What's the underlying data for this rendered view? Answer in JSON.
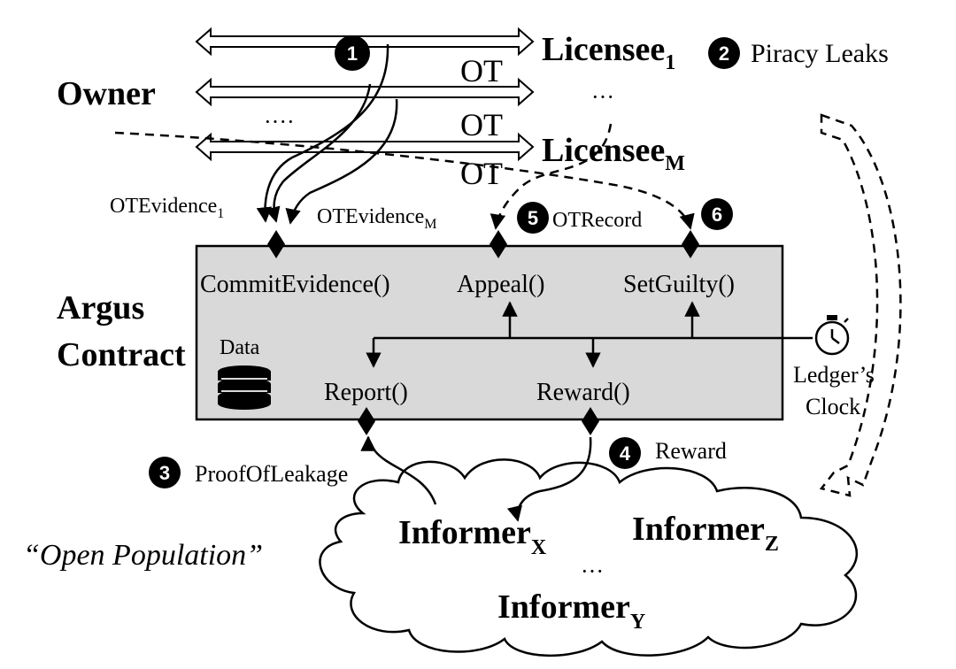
{
  "actors": {
    "owner": "Owner",
    "licensee_1": {
      "base": "Licensee",
      "sub": "1"
    },
    "licensee_m": {
      "base": "Licensee",
      "sub": "M"
    },
    "licensee_ellipsis": "···",
    "owner_ellipsis": "····"
  },
  "channels": [
    "OT",
    "OT",
    "OT"
  ],
  "badges": [
    "1",
    "2",
    "3",
    "4",
    "5",
    "6"
  ],
  "labels": {
    "piracy_leaks": "Piracy Leaks",
    "ot_evidence_1": {
      "base": "OTEvidence",
      "sub": "1"
    },
    "ot_evidence_m": {
      "base": "OTEvidence",
      "sub": "M"
    },
    "ot_record": "OTRecord",
    "proof_of_leakage": "ProofOfLeakage",
    "reward": "Reward"
  },
  "contract": {
    "title_line1": "Argus",
    "title_line2": "Contract",
    "data_label": "Data",
    "functions": {
      "commit_evidence": "CommitEvidence()",
      "appeal": "Appeal()",
      "set_guilty": "SetGuilty()",
      "report": "Report()",
      "reward": "Reward()"
    },
    "fill_color": "#d9d9d9"
  },
  "clock": {
    "line1": "Ledger’s",
    "line2": "Clock"
  },
  "population": {
    "caption": "“Open Population”",
    "informer_x": {
      "base": "Informer",
      "sub": "X"
    },
    "informer_z": {
      "base": "Informer",
      "sub": "Z"
    },
    "informer_y": {
      "base": "Informer",
      "sub": "Y"
    },
    "ellipsis": "···"
  }
}
